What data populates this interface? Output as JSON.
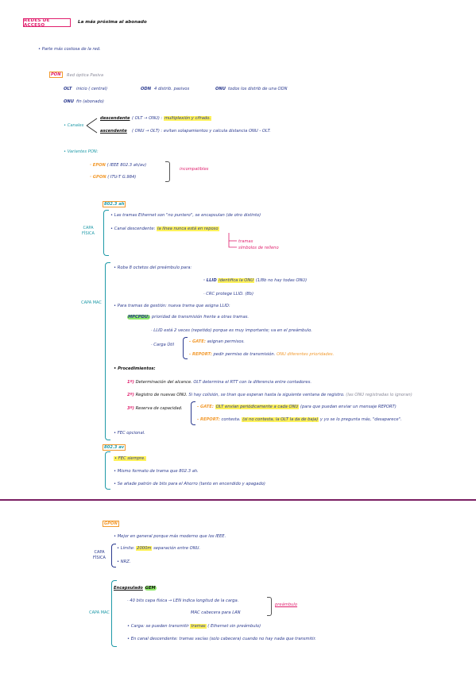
{
  "header": {
    "title": "REDES DE ACCESO",
    "subtitle": "La más próxima al abonado"
  },
  "intro": "• Parte más costosa de la red.",
  "pon": {
    "label": "PON",
    "label_desc": "Red óptica Pasiva",
    "olt": "OLT",
    "olt_desc": "inicio ( central)",
    "odn": "ODN",
    "odn_desc": "4 distrib. pasivos",
    "onu_all": "ONU",
    "onu_all_desc": "todos los distrib de una ODN",
    "onu": "ONU",
    "onu_desc": "fin (abonado)",
    "canales_label": "• Canales",
    "desc_term": "descendente",
    "desc_detail_pre": "( OLT → ONU) :",
    "desc_hl": "multiplexión y cifrado.",
    "asc_term": "ascendente",
    "asc_detail": "( ONU → OLT) : evitan solapamientos y calcula distancia ONU - OLT.",
    "variantes_label": "• Variantes PON:",
    "epon": "· EPON",
    "epon_desc": "( IEEE 802.3 ah/av)",
    "gpon": "· GPON",
    "gpon_desc": "( ITU-T G.984)",
    "incompat": "incompatibles"
  },
  "ah": {
    "label": "802.3 ah",
    "capa_fisica": "CAPA FÍSICA",
    "tramas_line": "• Las tramas Ethernet son \"no puntero\", se encapsulan (de otro distinto)",
    "canal_line_pre": "• Canal descendente:",
    "canal_line_hl": "la línea nunca está en reposo",
    "tramas_word": "tramas",
    "simbolos_word": "símbolos de relleno",
    "capa_mac": "CAPA MAC",
    "roba_line": "• Roba 8 octetos del preámbulo para:",
    "llid_pre": "· LLID",
    "llid_hl": "identifica la ONU",
    "llid_post": "(1/8b no hay todas ONU)",
    "crc_line": "· CRC protege LLID. (8b)",
    "gestion_line": "• Para tramas de gestión: nueva trama que asigna LLID:",
    "mpcpdu": "MPCPDU:",
    "mpcpdu_desc": "prioridad de transmisión frente a otras tramas.",
    "llid_2": "· LLID está 2 veces (repetido) porque es muy importante; va en el preámbulo.",
    "carga_util": "· Carga Útil",
    "gate": "- GATE:",
    "gate_desc": "asignan permisos.",
    "report": "- REPORT:",
    "report_desc_pre": "pedir permiso de transmisión.",
    "report_desc_hl": "ONU diferentes prioridades.",
    "procedimientos": "• Procedimientos:",
    "p1_num": "1º)",
    "p1": "Determinación del alcance.",
    "p1_desc": "OLT determina el RTT con la diferencia entre contadores.",
    "p2_num": "2º)",
    "p2": "Registro de nuevas ONU.",
    "p2_desc": "Si hay colisión, se tiran que esperan hasta la siguiente ventana de registro.",
    "p2_grey": "(las ONU registradas lo ignoran)",
    "p3_num": "3º)",
    "p3": "Reserva de capacidad.",
    "p3_gate": "- GATE:",
    "p3_gate_hl": "OLT envían periódicamente a cada ONU",
    "p3_gate_post": "(para que puedan enviar un mensaje REPORT)",
    "p3_report": "- REPORT:",
    "p3_report_pre": "contesta.",
    "p3_report_hl": "(si no contesta, la OLT la da de baja)",
    "p3_report_post": "y yo se lo pregunta más, \"desaparece\".",
    "fec": "• FEC opcional."
  },
  "av": {
    "label": "802.3 av",
    "fec": "• FEC siempre.",
    "formato": "• Mismo formato de trama que 802.3 ah.",
    "patron": "• Se añade patrón de bits para el Ahorro (tanto en encendido y apagado)"
  },
  "gpon": {
    "label": "GPON",
    "mejor": "• Mejor en general porque más moderno que los IEEE.",
    "mejor_ul": "moderno",
    "capa_fisica": "CAPA FÍSICA",
    "limite_pre": "• Límite:",
    "limite_hl": "2000m",
    "limite_post": "separación entre ONU.",
    "nrz": "• NRZ.",
    "capa_mac": "CAPA MAC",
    "encap_pre": "Encapsulado",
    "encap_hl": "GEM",
    "bits_line": "· 40 bits capa física → LEN indica longitud de la carga.",
    "mac_line": "MAC cabecera para LAN",
    "preambulo": "preámbulo",
    "carga_pre": "• Carga: se pueden transmitir",
    "carga_hl": "tramas",
    "carga_post": "( Ethernet sin preámbulo)",
    "canal": "• En canal descendente: tramas vacías (solo cabecera) cuando no hay nada que transmitir."
  }
}
